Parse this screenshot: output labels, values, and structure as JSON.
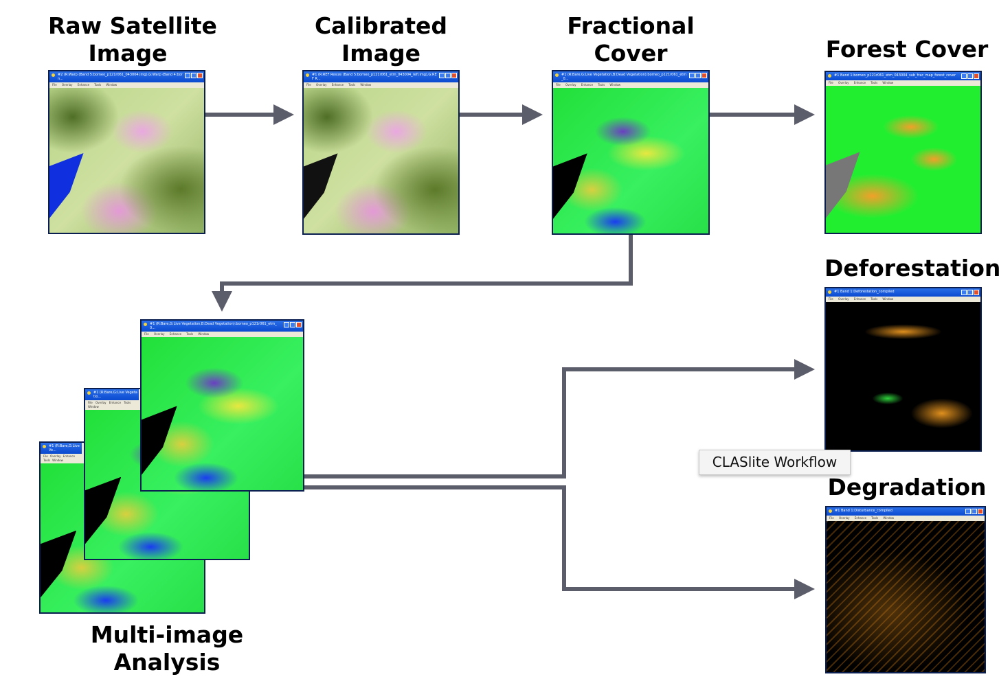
{
  "labels": {
    "raw": [
      "Raw  Satellite",
      "Image"
    ],
    "calibrated": [
      "Calibrated",
      "Image"
    ],
    "fractional": [
      "Fractional",
      "Cover"
    ],
    "forest": "Forest Cover",
    "deforestation": "Deforestation",
    "degradation": "Degradation",
    "multi": [
      "Multi-image",
      "Analysis"
    ]
  },
  "windows": {
    "raw": "#2 (R:Warp (Band 5:borneo_p121r061_043004.img),G:Warp (Band 4:born...",
    "calibrated": "#1 (R:REF Resize (Band 5:borneo_p121r061_etm_043004_refl.img),G:REF R...",
    "fractional": "#1 (R:Bare,G:Live Vegetation,B:Dead Vegetation):borneo_p121r061_etm_0...",
    "forest": "#1 Band 1:borneo_p121r061_etm_043004_sub_frac_map_forest_cover",
    "deforestation": "#1 Band 1:Deforestation_compiled",
    "degradation": "#1 Band 1:Disturbance_compiled",
    "multi_front": "#1 (R:Bare,G:Live Vegetation,B:Dead Vegetation):borneo_p121r061_etm_0...",
    "multi_mid": "#1 (R:Bare,G:Live Vegetatio...",
    "multi_back": "#1 (R:Bare,G:Live Ve..."
  },
  "menu": "File Overlay Enhance Tools Window",
  "tooltip": "CLASlite Workflow",
  "colors": {
    "arrow": "#5b5d6b",
    "forest": "#22ee30",
    "loss": "#f2a02a"
  }
}
